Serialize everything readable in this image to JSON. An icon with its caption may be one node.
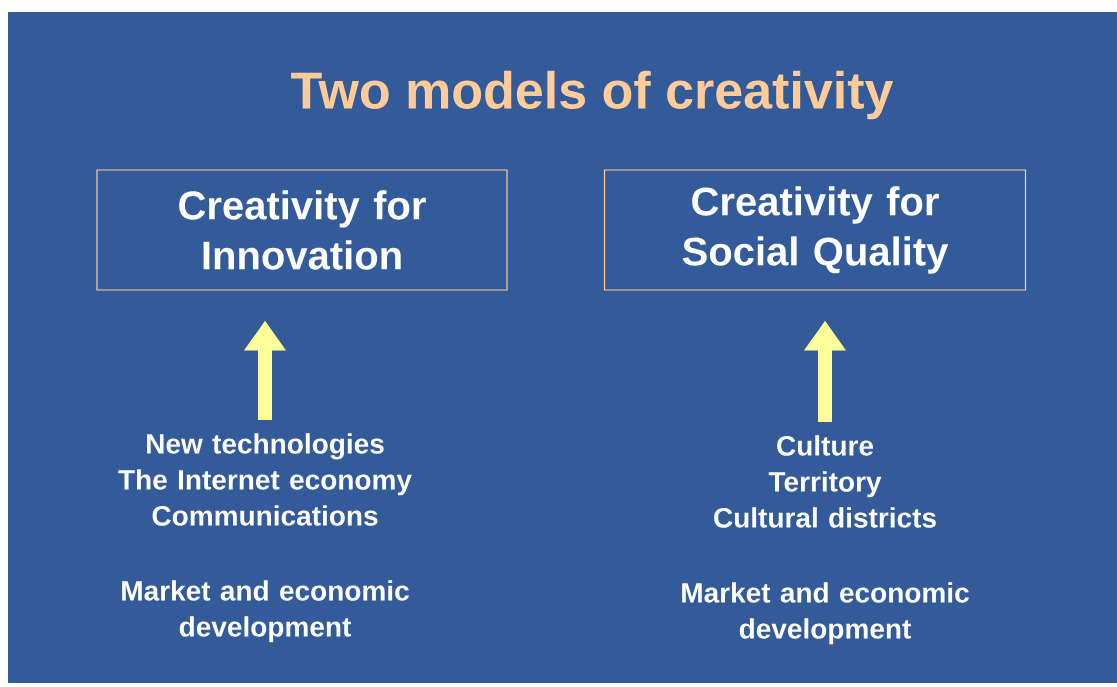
{
  "diagram": {
    "title": "Two models of creativity",
    "nodes": [
      {
        "text": [
          "Creativity for Innovation"
        ]
      },
      {
        "text": [
          "Creativity for Social Quality"
        ]
      },
      {
        "text": [
          "New technologies",
          "The Internet economy",
          "Communications",
          "Market and economic development"
        ]
      },
      {
        "text": [
          "Culture",
          "Territory",
          "Cultural districts",
          "Market and economic development"
        ]
      }
    ],
    "edges": [
      {
        "from": 2,
        "to": 0,
        "arrow": "to"
      },
      {
        "from": 3,
        "to": 1,
        "arrow": "to"
      }
    ]
  }
}
